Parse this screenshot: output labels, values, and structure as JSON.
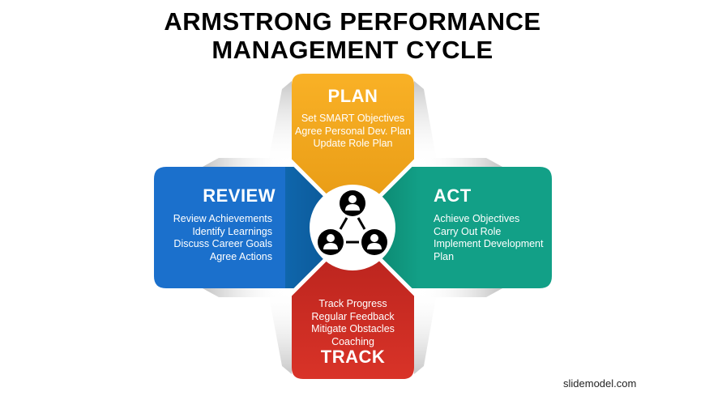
{
  "title": {
    "line1": "ARMSTRONG PERFORMANCE",
    "line2": "MANAGEMENT CYCLE"
  },
  "center": {
    "icon": "team-network-icon"
  },
  "stages": {
    "plan": {
      "heading": "PLAN",
      "color": "#F9B126",
      "items": [
        "Set SMART Objectives",
        "Agree Personal Dev. Plan",
        "Update Role Plan"
      ]
    },
    "act": {
      "heading": "ACT",
      "color": "#12A087",
      "items": [
        "Achieve Objectives",
        "Carry Out Role",
        "Implement Development",
        "Plan"
      ]
    },
    "track": {
      "heading": "TRACK",
      "color": "#D93328",
      "items": [
        "Track Progress",
        "Regular Feedback",
        "Mitigate Obstacles",
        "Coaching"
      ]
    },
    "review": {
      "heading": "REVIEW",
      "color": "#1B70CC",
      "items": [
        "Review Achievements",
        "Identify Learnings",
        "Discuss Career Goals",
        "Agree Actions"
      ]
    }
  },
  "watermark": "slidemodel.com"
}
